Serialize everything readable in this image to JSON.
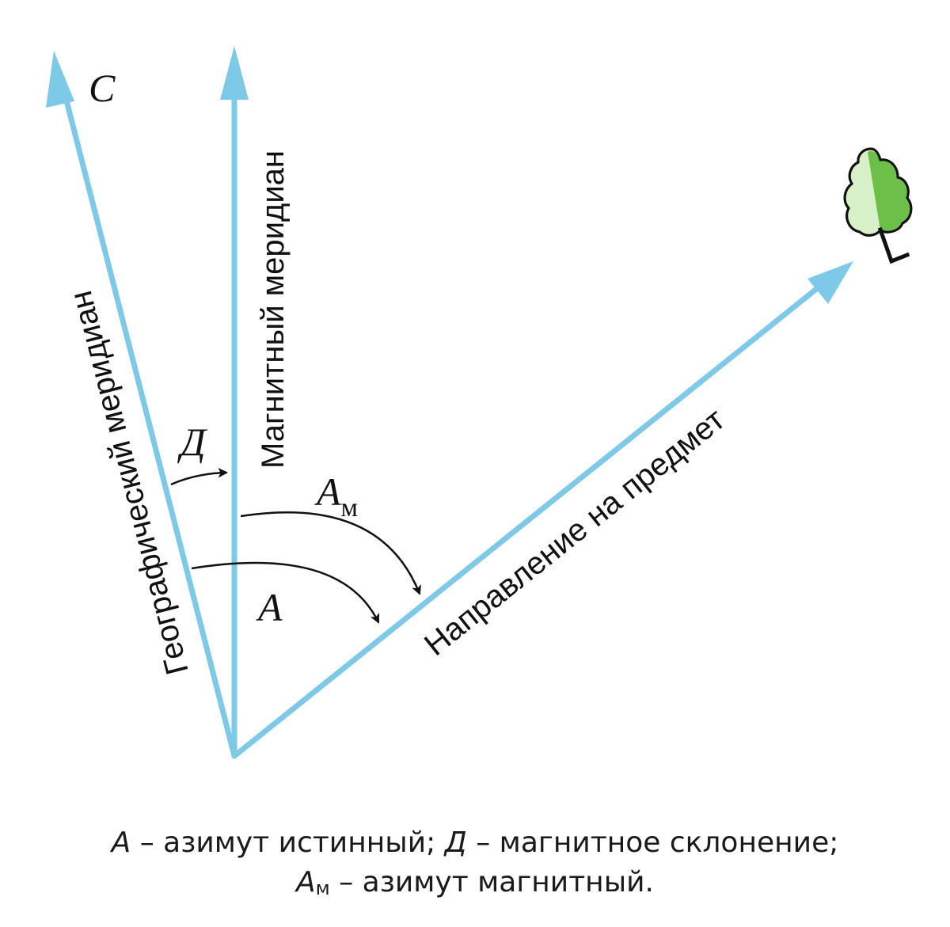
{
  "colors": {
    "line": "#7ec8e8",
    "arc": "#111111",
    "tree_dark": "#6cc04a",
    "tree_light": "#d8f0c8",
    "tree_outline": "#111111"
  },
  "labels": {
    "north": "C",
    "geographic_meridian": "Географический меридиан",
    "magnetic_meridian": "Магнитный меридиан",
    "direction": "Направление на предмет",
    "declination": "Д",
    "azimuth_true": "А",
    "azimuth_magnetic": "А",
    "azimuth_magnetic_sub": "м"
  },
  "caption": {
    "line1_sym_a": "А",
    "line1_text_a": " – азимут истинный; ",
    "line1_sym_d": "Д",
    "line1_text_d": " – магнитное склонение;",
    "line2_sym": "А",
    "line2_sub": "м",
    "line2_text": " – азимут магнитный."
  }
}
